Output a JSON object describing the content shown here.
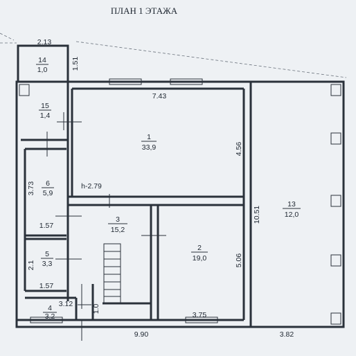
{
  "title": "ПЛАН 1 ЭТАЖА",
  "rooms": [
    {
      "id": "14",
      "area": "1,0"
    },
    {
      "id": "15",
      "area": "1,4"
    },
    {
      "id": "1",
      "area": "33,9"
    },
    {
      "id": "6",
      "area": "5,9"
    },
    {
      "id": "3",
      "area": "15,2"
    },
    {
      "id": "5",
      "area": "3,3"
    },
    {
      "id": "2",
      "area": "19,0"
    },
    {
      "id": "4",
      "area": "3,2"
    },
    {
      "id": "13",
      "area": "12,0"
    }
  ],
  "dimensions": {
    "d_2_13": "2.13",
    "d_1_51": "1.51",
    "d_7_43": "7.43",
    "d_4_56": "4.56",
    "d_3_73": "3.73",
    "d_h_2_79": "h-2.79",
    "d_1_57_a": "1.57",
    "d_10_51": "10.51",
    "d_5_06": "5.06",
    "d_2_1": "2.1",
    "d_1_57_b": "1.57",
    "d_3_12": "3.12",
    "d_1_0": "1.0",
    "d_3_75": "3.75",
    "d_9_90": "9.90",
    "d_3_82": "3.82"
  }
}
